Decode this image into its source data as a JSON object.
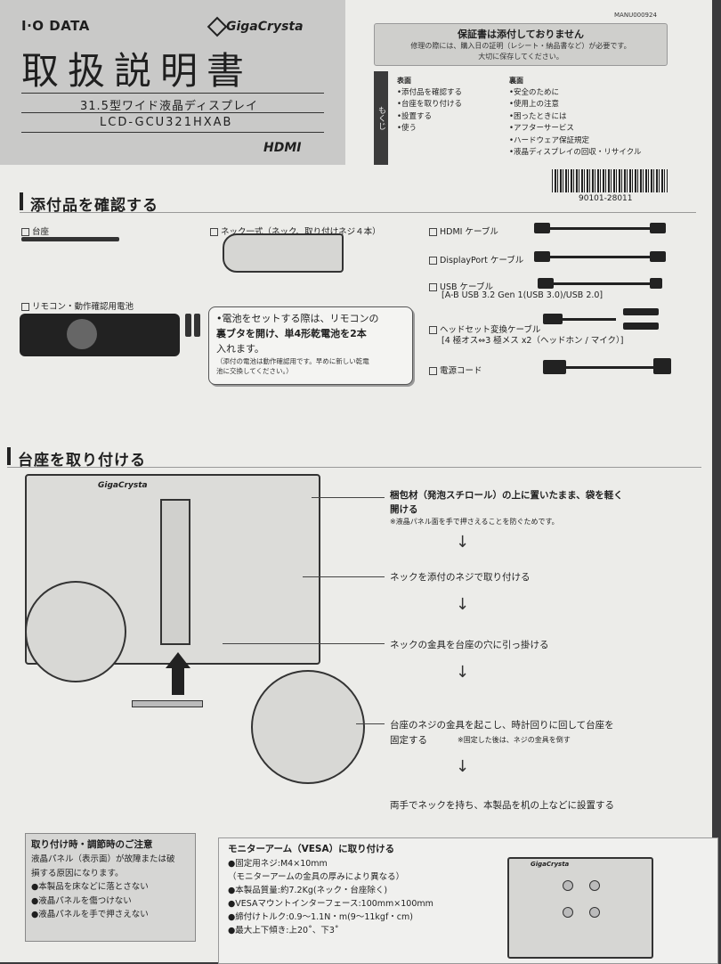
{
  "header": {
    "brand": "I·O DATA",
    "product_line": "GigaCrysta",
    "manual_title": "取扱説明書",
    "product_type": "31.5型ワイド液晶ディスプレイ",
    "model": "LCD-GCU321HXAB",
    "hdmi_logo": "HDMI",
    "manual_code": "MANU000924"
  },
  "warranty": {
    "title": "保証書は添付しておりません",
    "body_line1": "修理の際には、購入日の証明（レシート・納品書など）が必要です。",
    "body_line2": "大切に保存してください。"
  },
  "toc": {
    "tab_label": "もくじ",
    "front_head": "表面",
    "front_items": [
      "•添付品を確認する",
      "•台座を取り付ける",
      "•設置する",
      "•使う"
    ],
    "back_head": "裏面",
    "back_items": [
      "•安全のために",
      "•使用上の注意",
      "•困ったときには",
      "•アフターサービス",
      "•ハードウェア保証規定",
      "•液晶ディスプレイの回収・リサイクル"
    ]
  },
  "barcode_number": "90101-28011",
  "accessories": {
    "title": "添付品を確認する",
    "items": {
      "base": "台座",
      "neck": "ネック一式（ネック、取り付けネジ４本）",
      "hdmi": "HDMI ケーブル",
      "displayport": "DisplayPort ケーブル",
      "usb": "USB ケーブル",
      "usb_detail": "[A-B USB 3.2 Gen 1(USB 3.0)/USB 2.0]",
      "remote": "リモコン・動作確認用電池",
      "headset": "ヘッドセット変換ケーブル",
      "headset_detail": "[4 極オス⇔3 極メス x2（ヘッドホン / マイク）]",
      "power": "電源コード"
    },
    "battery_note": {
      "line1": "•電池をセットする際は、リモコンの",
      "line2": "裏ブタを開け、単4形乾電池を2本",
      "line3": "入れます。",
      "sub1": "（添付の電池は動作確認用です。早めに新しい乾電",
      "sub2": "池に交換してください。）"
    }
  },
  "stand": {
    "title": "台座を取り付ける",
    "steps": [
      "梱包材（発泡スチロール）の上に置いたまま、袋を軽く",
      "開ける",
      "※液晶パネル面を手で押さえることを防ぐためです。",
      "ネックを添付のネジで取り付ける",
      "ネックの金具を台座の穴に引っ掛ける",
      "台座のネジの金具を起こし、時計回りに回して台座を",
      "固定する",
      "※固定した後は、ネジの金具を倒す",
      "両手でネックを持ち、本製品を机の上などに設置する"
    ],
    "arrow": "↓",
    "monitor_logo": "GigaCrysta"
  },
  "caution": {
    "title": "取り付け時・調節時のご注意",
    "lines": [
      "液晶パネル（表示面）が故障または破",
      "損する原因になります。",
      "●本製品を床などに落とさない",
      "●液晶パネルを傷つけない",
      "●液晶パネルを手で押さえない"
    ]
  },
  "vesa": {
    "title": "モニターアーム（VESA）に取り付ける",
    "lines": [
      "●固定用ネジ:M4×10mm",
      "（モニターアームの金具の厚みにより異なる）",
      "●本製品質量:約7.2Kg(ネック・台座除く)",
      "●VESAマウントインターフェース:100mm×100mm",
      "●締付けトルク:0.9～1.1N・m(9～11kgf・cm)",
      "●最大上下傾き:上20˚、下3˚"
    ],
    "monitor_logo": "GigaCrysta"
  }
}
